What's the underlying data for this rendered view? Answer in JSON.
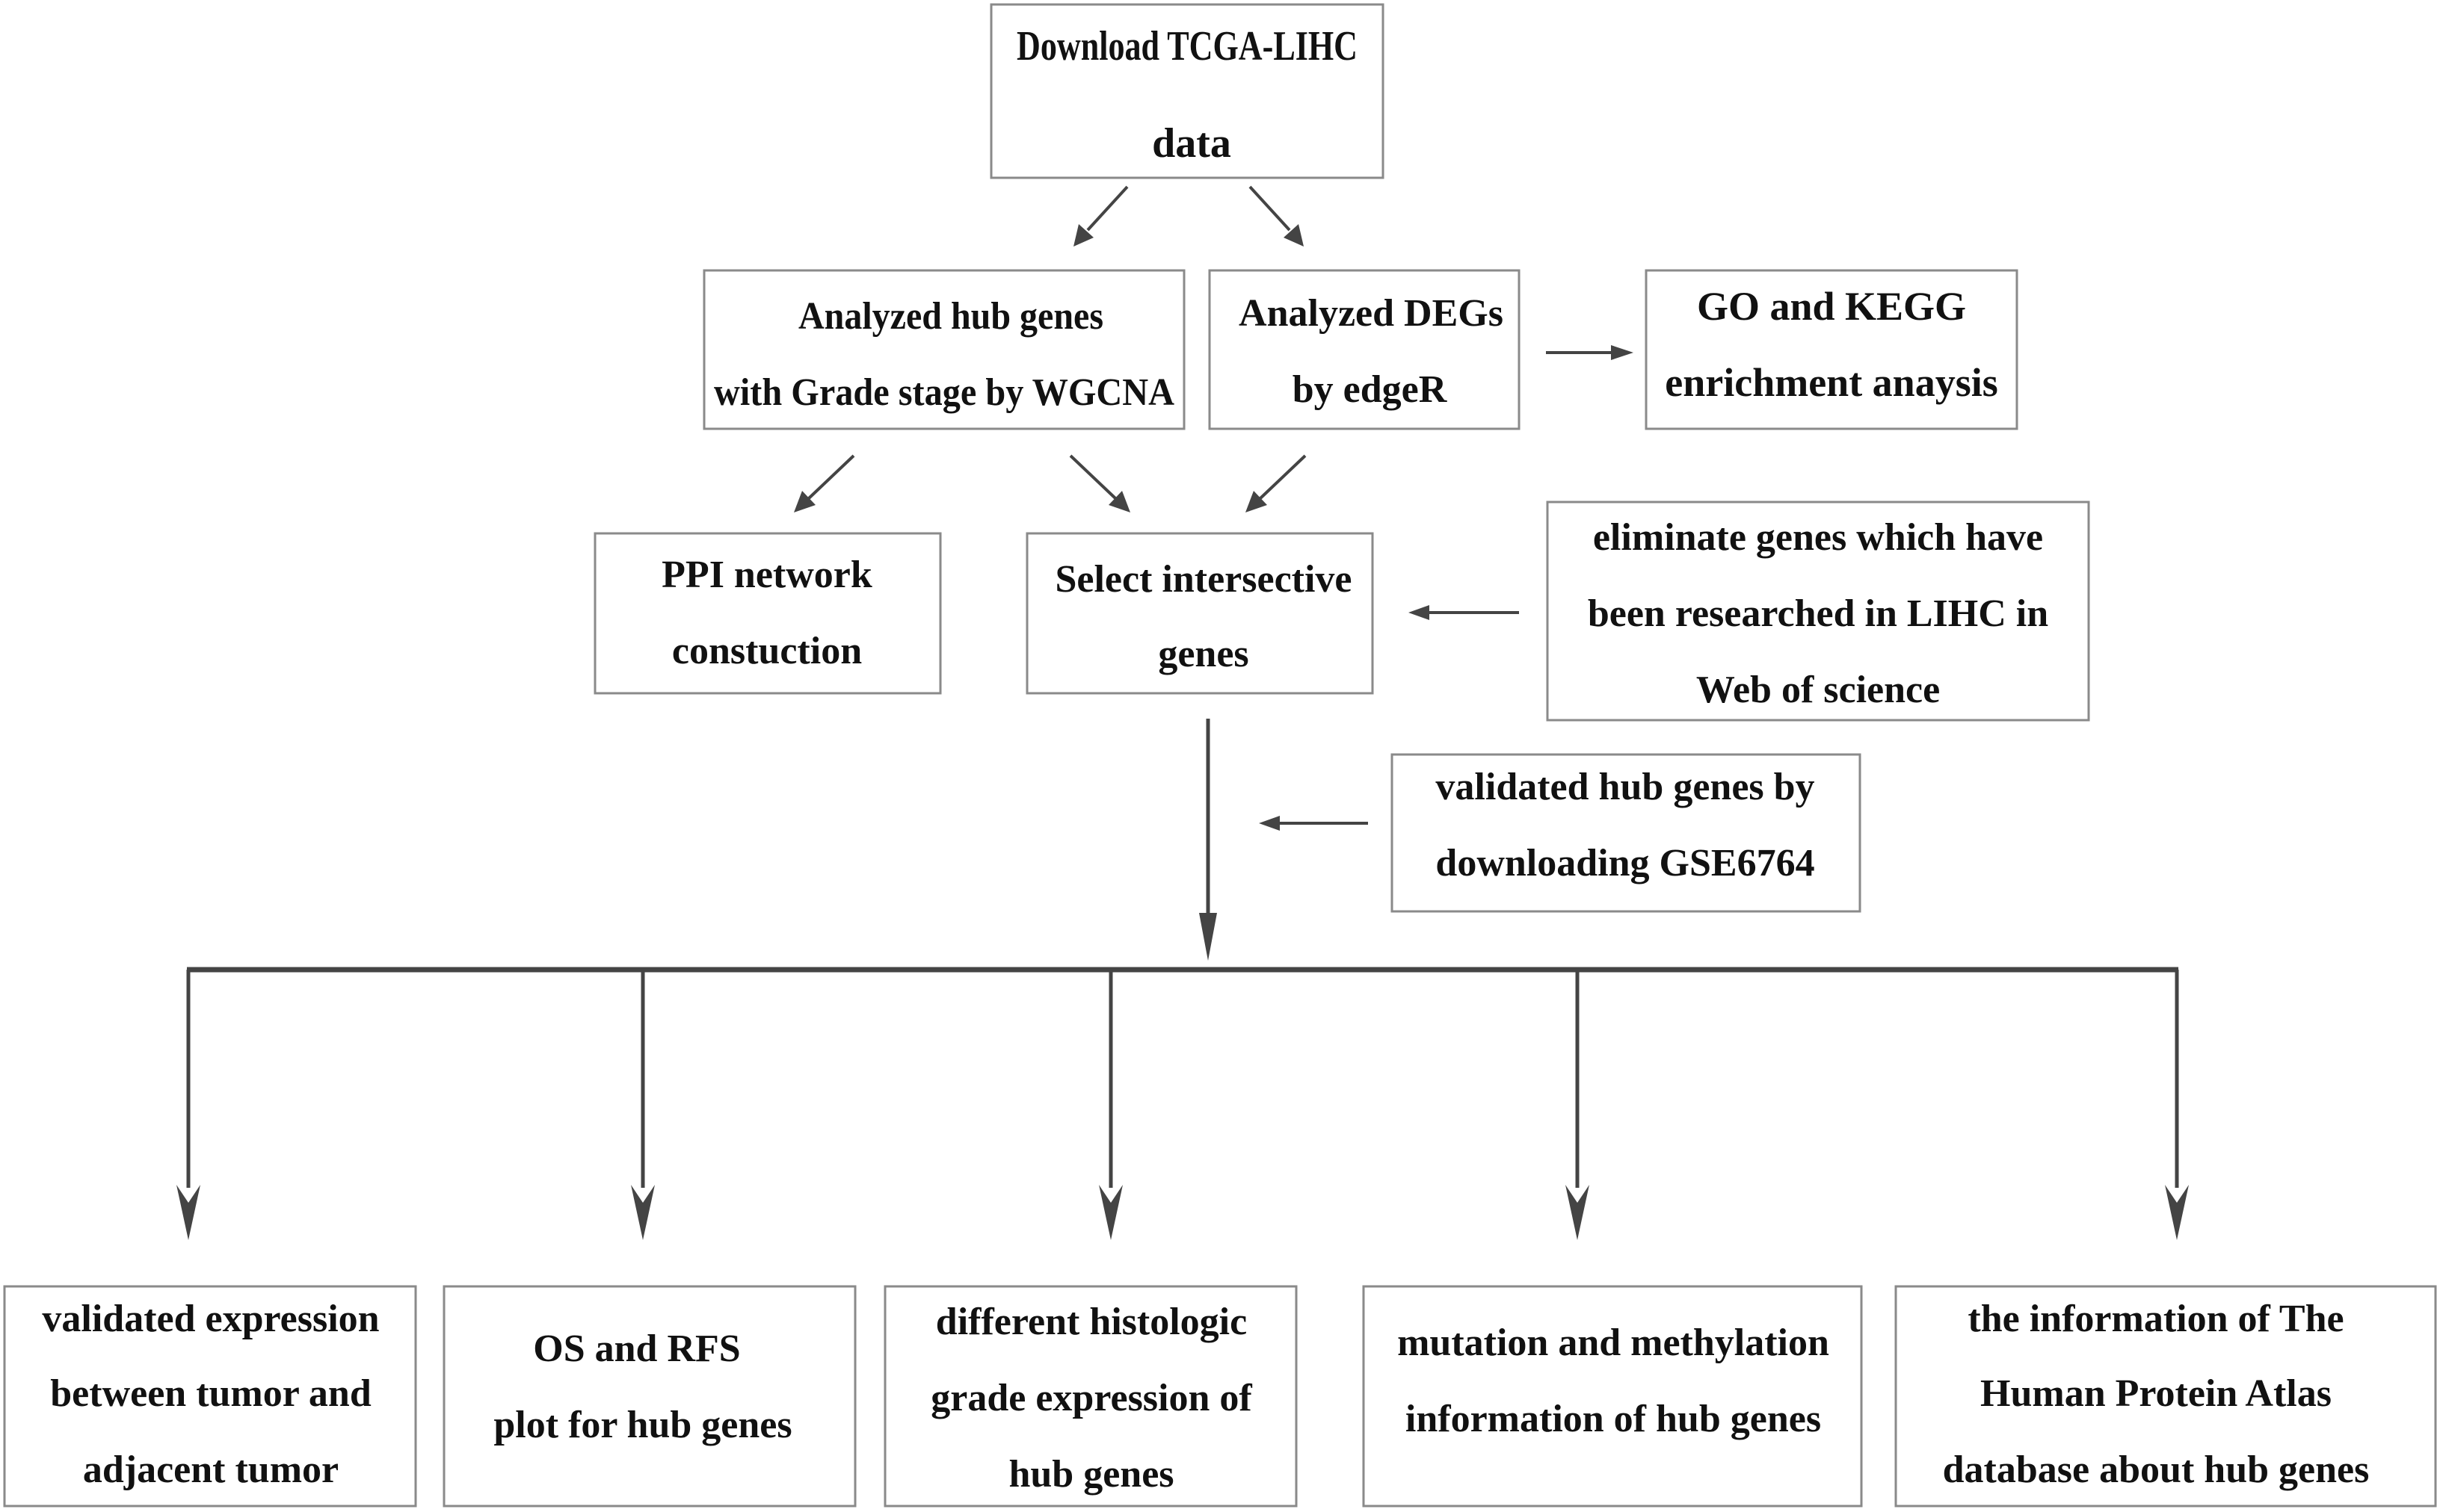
{
  "nodes": [
    {
      "id": "download",
      "lines": [
        "Download TCGA-LIHC",
        "data"
      ]
    },
    {
      "id": "wgcna",
      "lines": [
        "Analyzed hub genes",
        "with Grade stage by WGCNA"
      ]
    },
    {
      "id": "degs",
      "lines": [
        "Analyzed DEGs",
        "by edgeR"
      ]
    },
    {
      "id": "go_kegg",
      "lines": [
        "GO and KEGG",
        "enrichment anaysis"
      ]
    },
    {
      "id": "ppi",
      "lines": [
        "PPI network",
        "constuction"
      ]
    },
    {
      "id": "intersect",
      "lines": [
        "Select intersective",
        "genes"
      ]
    },
    {
      "id": "eliminate",
      "lines": [
        "eliminate genes which have",
        "been researched in LIHC in",
        "Web of science"
      ]
    },
    {
      "id": "validated_gse",
      "lines": [
        "validated hub genes by",
        "downloading GSE6764"
      ]
    },
    {
      "id": "out_expression",
      "lines": [
        "validated expression",
        "between tumor and",
        "adjacent tumor"
      ]
    },
    {
      "id": "out_os_rfs",
      "lines": [
        "OS and RFS",
        "plot for hub genes"
      ]
    },
    {
      "id": "out_histologic",
      "lines": [
        "different histologic",
        "grade expression of",
        "hub genes"
      ]
    },
    {
      "id": "out_mutation",
      "lines": [
        "mutation and methylation",
        "information of hub genes"
      ]
    },
    {
      "id": "out_hpa",
      "lines": [
        "the information of The",
        "Human Protein Atlas",
        "database about hub genes"
      ]
    }
  ],
  "edges": [
    {
      "from": "download",
      "to": "wgcna"
    },
    {
      "from": "download",
      "to": "degs"
    },
    {
      "from": "degs",
      "to": "go_kegg"
    },
    {
      "from": "wgcna",
      "to": "ppi"
    },
    {
      "from": "wgcna",
      "to": "intersect"
    },
    {
      "from": "degs",
      "to": "intersect"
    },
    {
      "from": "eliminate",
      "to": "intersect"
    },
    {
      "from": "validated_gse",
      "to": "intersect_trunk"
    },
    {
      "from": "intersect",
      "to": "branch_bar"
    },
    {
      "from": "branch_bar",
      "to": "out_expression"
    },
    {
      "from": "branch_bar",
      "to": "out_os_rfs"
    },
    {
      "from": "branch_bar",
      "to": "out_histologic"
    },
    {
      "from": "branch_bar",
      "to": "out_mutation"
    },
    {
      "from": "branch_bar",
      "to": "out_hpa"
    }
  ]
}
